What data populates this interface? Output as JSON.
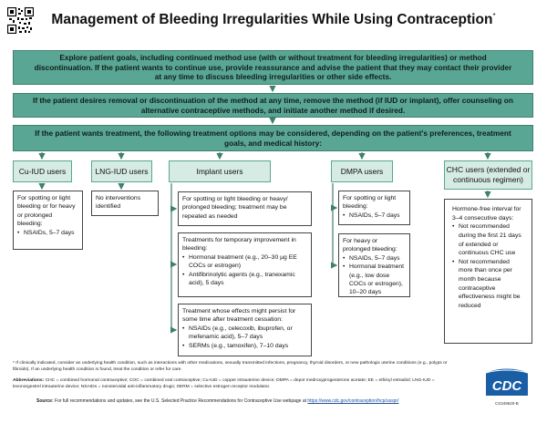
{
  "title": {
    "text": "Management of Bleeding Irregularities While Using Contraception",
    "superscript": "*"
  },
  "bands": {
    "band1": "Explore patient goals, including continued method use (with or without treatment for bleeding irregularities) or method discontinuation. If the patient wants to continue use, provide reassurance and advise the patient that they may contact their provider at any time to discuss bleeding irregularities or other side effects.",
    "band2": "If the patient desires removal or discontinuation of the method at any time, remove the method (if IUD or implant), offer counseling on alternative contraceptive methods, and initiate another method if desired.",
    "band3": "If the patient wants treatment, the following treatment options may be considered, depending on the patient's preferences, treatment goals, and medical history:"
  },
  "categories": {
    "cu": "Cu-IUD users",
    "lng": "LNG-IUD users",
    "implant": "Implant users",
    "dmpa": "DMPA users",
    "chc": "CHC users (extended or continuous regimen)"
  },
  "cu_box": {
    "intro": "For spotting or light bleeding or for heavy or prolonged bleeding:",
    "items": [
      "NSAIDs, 5–7 days"
    ]
  },
  "lng_box": {
    "text": "No interventions identified"
  },
  "implant_box1": {
    "text": "For spotting or light bleeding or heavy/ prolonged bleeding; treatment may be repeated as needed"
  },
  "implant_box2": {
    "intro": "Treatments for temporary improvement in bleeding:",
    "items": [
      "Hormonal treatment (e.g., 20–30 µg EE COCs or estrogen)",
      "Antifibrinolytic agents (e.g., tranexamic acid), 5 days"
    ]
  },
  "implant_box3": {
    "intro": "Treatment whose effects might persist for some time after treatment cessation:",
    "items": [
      "NSAIDs (e.g., celecoxib, ibuprofen, or mefenamic acid), 5–7 days",
      "SERMs (e.g., tamoxifen), 7–10 days"
    ]
  },
  "dmpa_box1": {
    "intro": "For spotting or light bleeding:",
    "items": [
      "NSAIDs, 5–7 days"
    ]
  },
  "dmpa_box2": {
    "intro": "For heavy or prolonged bleeding:",
    "items": [
      "NSAIDs, 5–7 days",
      "Hormonal treatment (e.g., low dose COCs or estrogen), 10–20 days"
    ]
  },
  "chc_box": {
    "intro": "Hormone-free interval for 3–4 consecutive days:",
    "items": [
      "Not recommended during the first 21 days of extended or continuous CHC use",
      "Not recommended more than once per month because contraceptive effectiveness might be reduced"
    ]
  },
  "footnote": "* If clinically indicated, consider an underlying health condition, such as interactions with other medications, sexually transmitted infections, pregnancy, thyroid disorders, or new pathologic uterine conditions (e.g., polyps or fibroids). If an underlying health condition is found, treat the condition or refer for care.",
  "abbreviations": {
    "label": "Abbreviations:",
    "text": "CHC = combined hormonal contraceptive; COC = combined oral contraceptive; Cu-IUD = copper intrauterine device; DMPA = depot medroxyprogesterone acetate; EE = ethinyl estradiol; LNG-IUD = levonorgestrel intrauterine device; NSAIDs = nonsteroidal anti-inflammatory drugs; SERM = selective estrogen receptor modulator."
  },
  "source": {
    "label": "Source:",
    "text": "For full recommendations and updates, see the U.S. Selected Practice Recommendations for Contraceptive Use webpage at",
    "url": "https://www.cdc.gov/contraception/hcp/usspr/"
  },
  "logo": {
    "text": "CDC"
  },
  "doc_number": "CS349620-B",
  "colors": {
    "band_fill": "#5aa694",
    "category_fill": "#d6ebe4",
    "arrow": "#3f7f6f",
    "cdc_blue": "#1a5ea6"
  }
}
